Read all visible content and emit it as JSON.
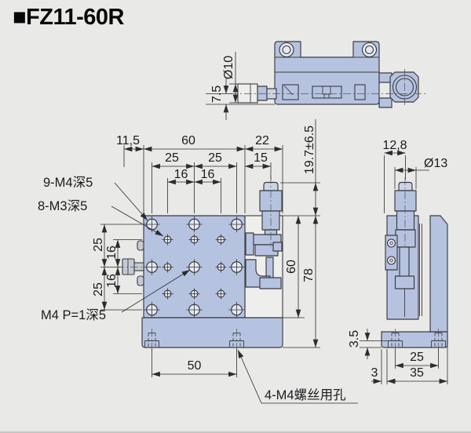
{
  "page": {
    "title": "■FZ11-60R"
  },
  "colors": {
    "background": "#e9e9e7",
    "part_fill": "#b6c3e0",
    "line": "#3b3b40",
    "dim_line": "#2c2c2e"
  },
  "drawing": {
    "top_view": {
      "knob_diameter": "Ø10",
      "knob_offset": "7.5"
    },
    "front_view": {
      "top_dims": {
        "left_offset": "11,5",
        "stage_width": "60",
        "right_ext": "22",
        "hole_pitch_left": "25",
        "hole_pitch_right": "25",
        "mic_center": "15",
        "m3_pitch_left": "16",
        "m3_pitch_right": "16"
      },
      "travel": "19.7±6.5",
      "left_dims": {
        "p25_top": "25",
        "p16_top": "16",
        "p16_bot": "16",
        "p25_bot": "25"
      },
      "right_dims": {
        "stage_height": "60",
        "total_height": "78"
      },
      "bottom_dims": {
        "base_pitch": "50"
      },
      "labels": {
        "m4_holes": "9-M4深5",
        "m3_holes": "8-M3深5",
        "center_thread": "M4 P=1深5",
        "base_screws": "4-M4螺丝用孔"
      }
    },
    "side_view": {
      "top_dims": {
        "mic_offset": "12,8",
        "thimble_dia": "Ø13"
      },
      "bottom_dims": {
        "cbore_depth": "3.5",
        "hole_pitch": "25",
        "edge_offset": "3",
        "base_width": "35"
      }
    }
  }
}
